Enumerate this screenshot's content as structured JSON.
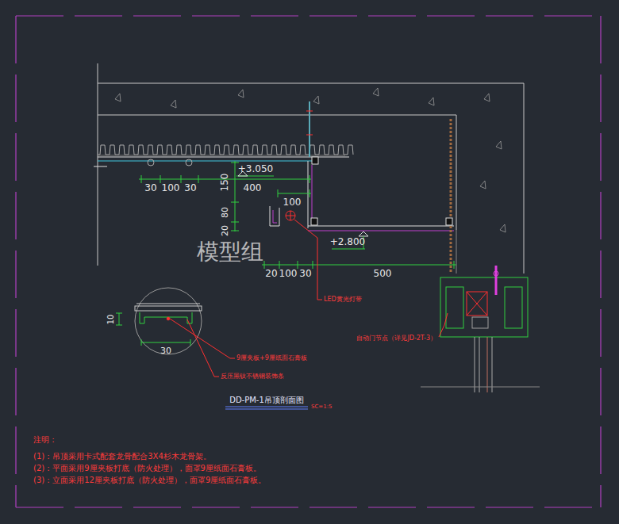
{
  "diagram": {
    "title": "DD-PM-1吊顶剖面图",
    "labels": [
      "30",
      "100",
      "30",
      "150",
      "400",
      "+3.050",
      "100",
      "20",
      "80",
      "+2.800",
      "20",
      "100",
      "30",
      "500",
      "模型组",
      "LED黄光灯带",
      "10",
      "30",
      "9厘夹板+9厘纸面石膏板",
      "反压黑钛不锈钢装饰条",
      "自动门节点（详见JD-2T-3）",
      "SC=1:5",
      "注明：",
      "(1)：吊顶采用卡式配套龙骨配合3X4杉木龙骨架。",
      "(2)：平面采用9厘夹板打底（防火处理），面罩9厘纸面石膏板。",
      "(3)：立面采用12厘夹板打底（防火处理），面罩9厘纸面石膏板。"
    ]
  }
}
